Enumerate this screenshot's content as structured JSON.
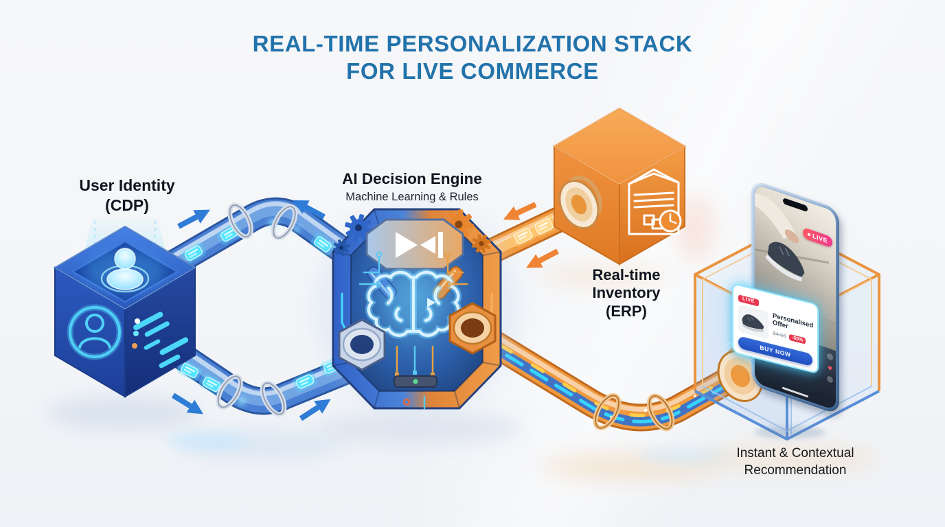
{
  "title": {
    "line1": "REAL-TIME PERSONALIZATION STACK",
    "line2": "FOR LIVE COMMERCE"
  },
  "nodes": {
    "user_identity": {
      "line1": "User Identity",
      "line2": "(CDP)"
    },
    "ai_engine": {
      "label": "AI Decision Engine",
      "sublabel": "Machine Learning & Rules"
    },
    "inventory": {
      "line1": "Real-time",
      "line2": "Inventory",
      "line3": "(ERP)"
    },
    "recommendation": {
      "line1": "Instant & Contextual",
      "line2": "Recommendation"
    }
  },
  "phone": {
    "stream_badge": "LIVE",
    "offer_card": {
      "badge": "LIVE",
      "title_line1": "Personalised",
      "title_line2": "Offer",
      "old_price": "$4.66",
      "discount": "-50%",
      "cta": "BUY NOW"
    }
  },
  "icons": {
    "user-avatar-icon": "glowing person silhouette",
    "user-profile-icon": "person inside circle outline",
    "data-lines-icon": "glowing data list rows",
    "gear-icon": "gear wheel",
    "brain-icon": "brain outline",
    "play-skip-icon": "play / skip glyph",
    "warehouse-icon": "warehouse with boxes",
    "clock-icon": "clock face",
    "live-dot-icon": "small dot",
    "heart-icon": "heart",
    "sneaker-icon": "sneaker silhouette",
    "arrow-icon": "flow arrow"
  },
  "colors": {
    "background": "#f4f6f8",
    "title_blue": "#2273ab",
    "node_blue": "#2b58bc",
    "node_orange": "#ee8c34",
    "pipe_blue": "#4a80d4",
    "pipe_orange": "#f0993f",
    "glow_cyan": "#45e0ff",
    "live_pink": "#f23b7c",
    "badge_red": "#e8384f",
    "cta_blue": "#2458c8"
  }
}
